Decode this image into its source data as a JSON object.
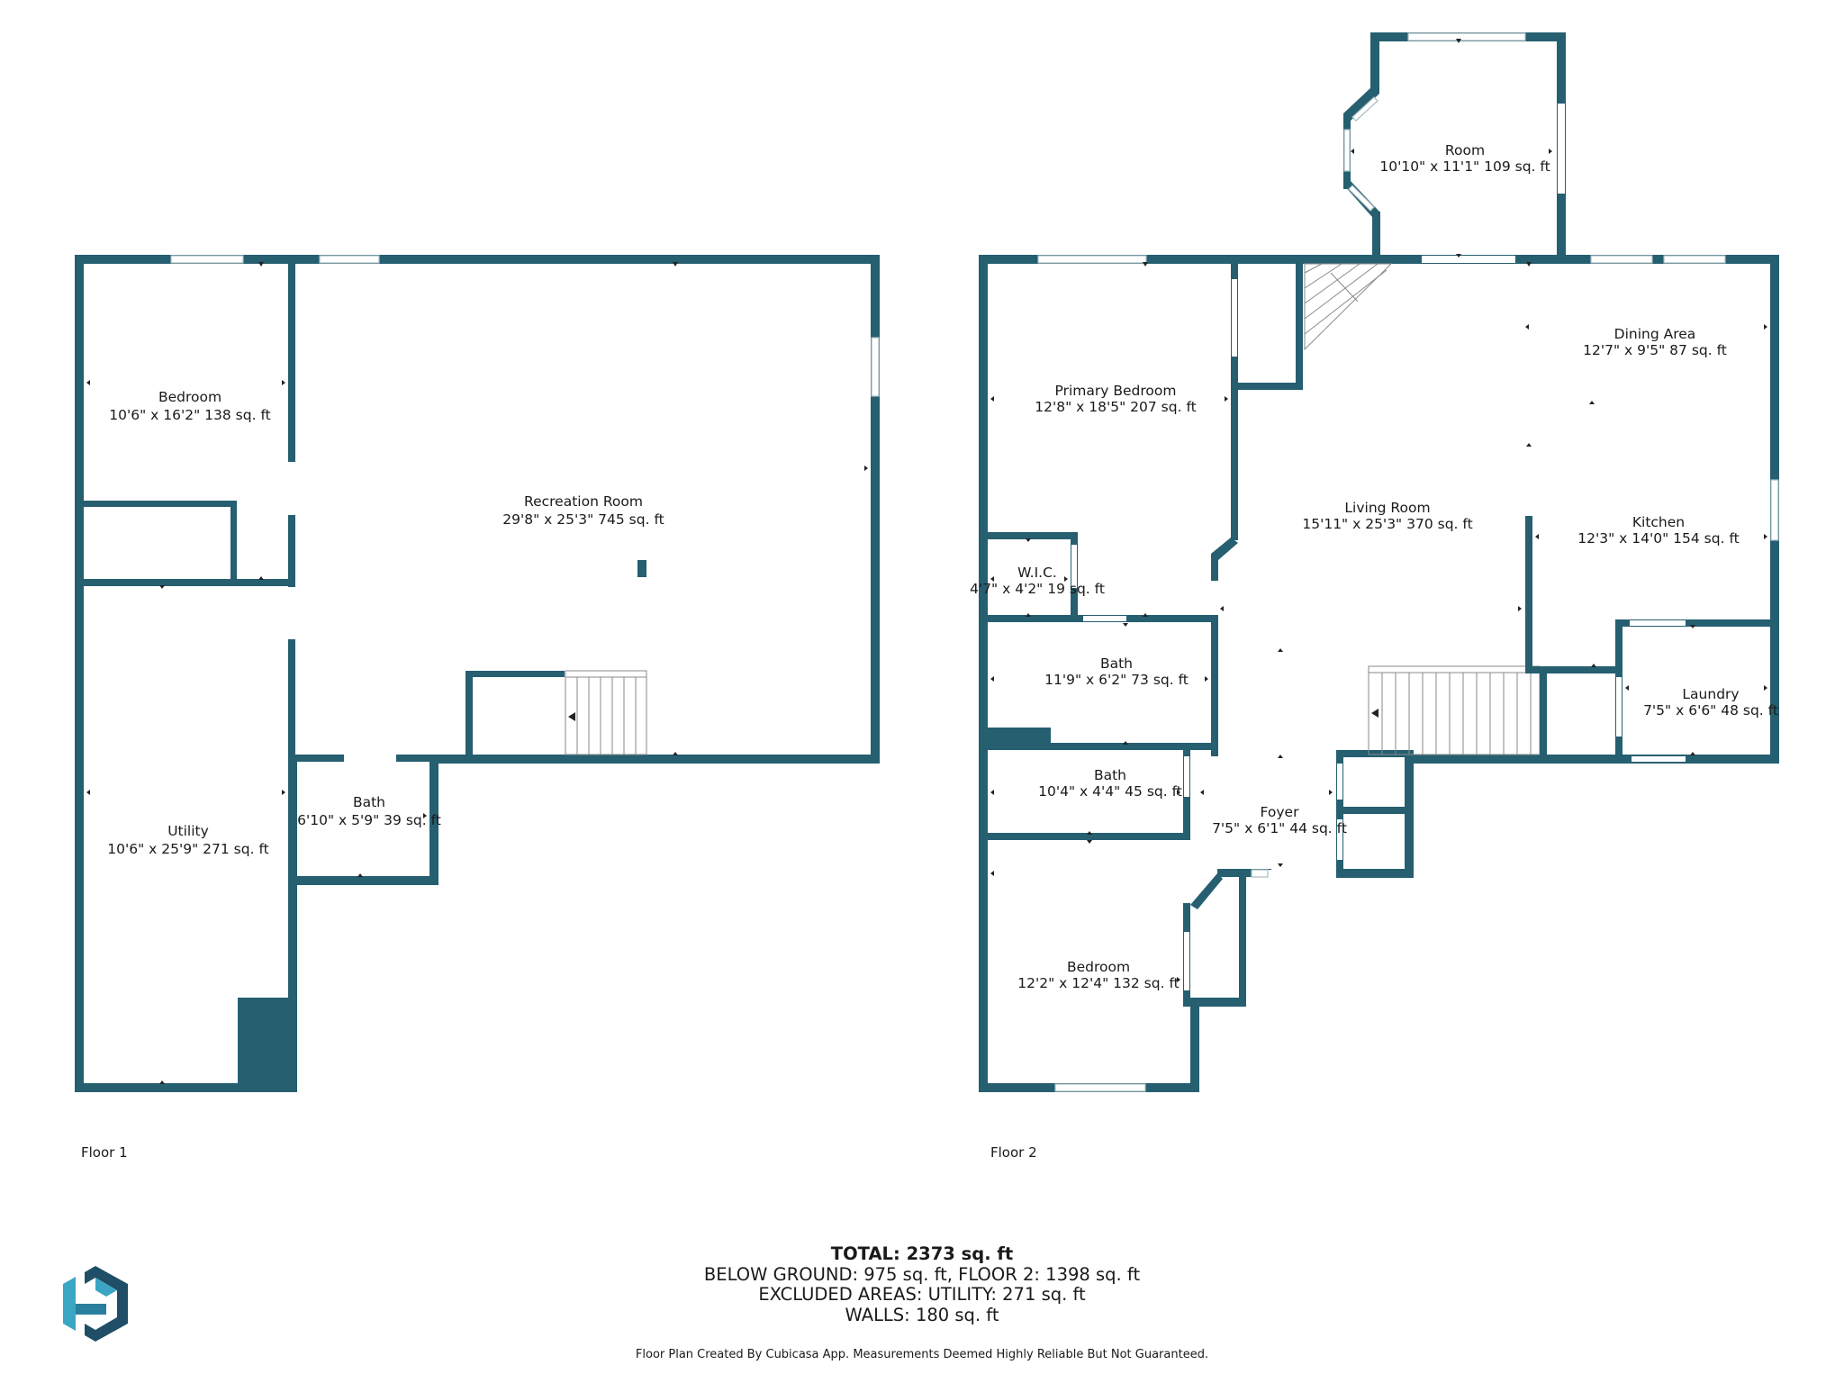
{
  "floors": [
    {
      "label": "Floor 1"
    },
    {
      "label": "Floor 2"
    }
  ],
  "rooms": {
    "f1_bedroom": {
      "name": "Bedroom",
      "dims": "10'6\" x 16'2\" 138 sq. ft"
    },
    "f1_recreation": {
      "name": "Recreation Room",
      "dims": "29'8\" x 25'3\" 745 sq. ft"
    },
    "f1_utility": {
      "name": "Utility",
      "dims": "10'6\" x 25'9\" 271 sq. ft"
    },
    "f1_bath": {
      "name": "Bath",
      "dims": "6'10\" x 5'9\" 39 sq. ft"
    },
    "f2_room": {
      "name": "Room",
      "dims": "10'10\" x 11'1\" 109 sq. ft"
    },
    "f2_primary_bedroom": {
      "name": "Primary Bedroom",
      "dims": "12'8\" x 18'5\" 207 sq. ft"
    },
    "f2_dining": {
      "name": "Dining Area",
      "dims": "12'7\" x 9'5\" 87 sq. ft"
    },
    "f2_living": {
      "name": "Living Room",
      "dims": "15'11\" x 25'3\" 370 sq. ft"
    },
    "f2_kitchen": {
      "name": "Kitchen",
      "dims": "12'3\" x 14'0\" 154 sq. ft"
    },
    "f2_wic": {
      "name": "W.I.C.",
      "dims": "4'7\" x 4'2\" 19 sq. ft"
    },
    "f2_bath_a": {
      "name": "Bath",
      "dims": "11'9\" x 6'2\" 73 sq. ft"
    },
    "f2_laundry": {
      "name": "Laundry",
      "dims": "7'5\" x 6'6\" 48 sq. ft"
    },
    "f2_bath_b": {
      "name": "Bath",
      "dims": "10'4\" x 4'4\" 45 sq. ft"
    },
    "f2_foyer": {
      "name": "Foyer",
      "dims": "7'5\" x 6'1\" 44 sq. ft"
    },
    "f2_bedroom": {
      "name": "Bedroom",
      "dims": "12'2\" x 12'4\" 132 sq. ft"
    }
  },
  "summary": {
    "total": "TOTAL: 2373 sq. ft",
    "line1": "BELOW GROUND: 975 sq. ft, FLOOR 2: 1398 sq. ft",
    "line2": "EXCLUDED AREAS: UTILITY: 271 sq. ft",
    "line3": "WALLS: 180 sq. ft"
  },
  "disclaimer": "Floor Plan Created By Cubicasa App. Measurements Deemed Highly Reliable But Not Guaranteed.",
  "colors": {
    "wall": "#255f70",
    "logo_dark": "#1f4e66",
    "logo_light": "#3ba6c4"
  },
  "logo": {
    "icon": "cubicasa-logo-icon"
  }
}
